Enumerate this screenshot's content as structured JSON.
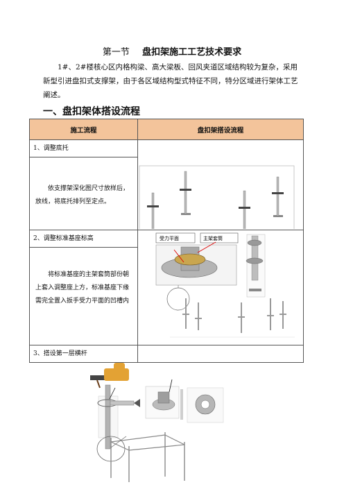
{
  "heading": {
    "section": "第一节",
    "title": "盘扣架施工工艺技术要求"
  },
  "intro": "1#、2#楼核心区内格构梁、高大梁板、回风夹道区域结构较为复杂，采用新型引进盘扣式支撑架，由于各区域结构型式特征不同，特分区域进行架体工艺阐述。",
  "section_title": "一、盘扣架体搭设流程",
  "table": {
    "headers": [
      "施工流程",
      "盘扣架搭设流程"
    ],
    "rows": [
      {
        "step": "1、调整底托",
        "desc": "依支撑架深化图尺寸放样后，放线，将底托排列至定点。"
      },
      {
        "step": "2、调整标准基座标高",
        "desc": "将标准基座的主架套筒部份朝上套入调整座上方，标准基座下缘需完全置入扳手受力平面的凹槽内"
      },
      {
        "step": "3、搭设第一层横杆",
        "desc": ""
      }
    ],
    "labels": {
      "stress_plane": "受力平面",
      "main_sleeve": "主架套筒"
    }
  },
  "colors": {
    "header_bg": "#f3c49b",
    "border": "#555555"
  }
}
